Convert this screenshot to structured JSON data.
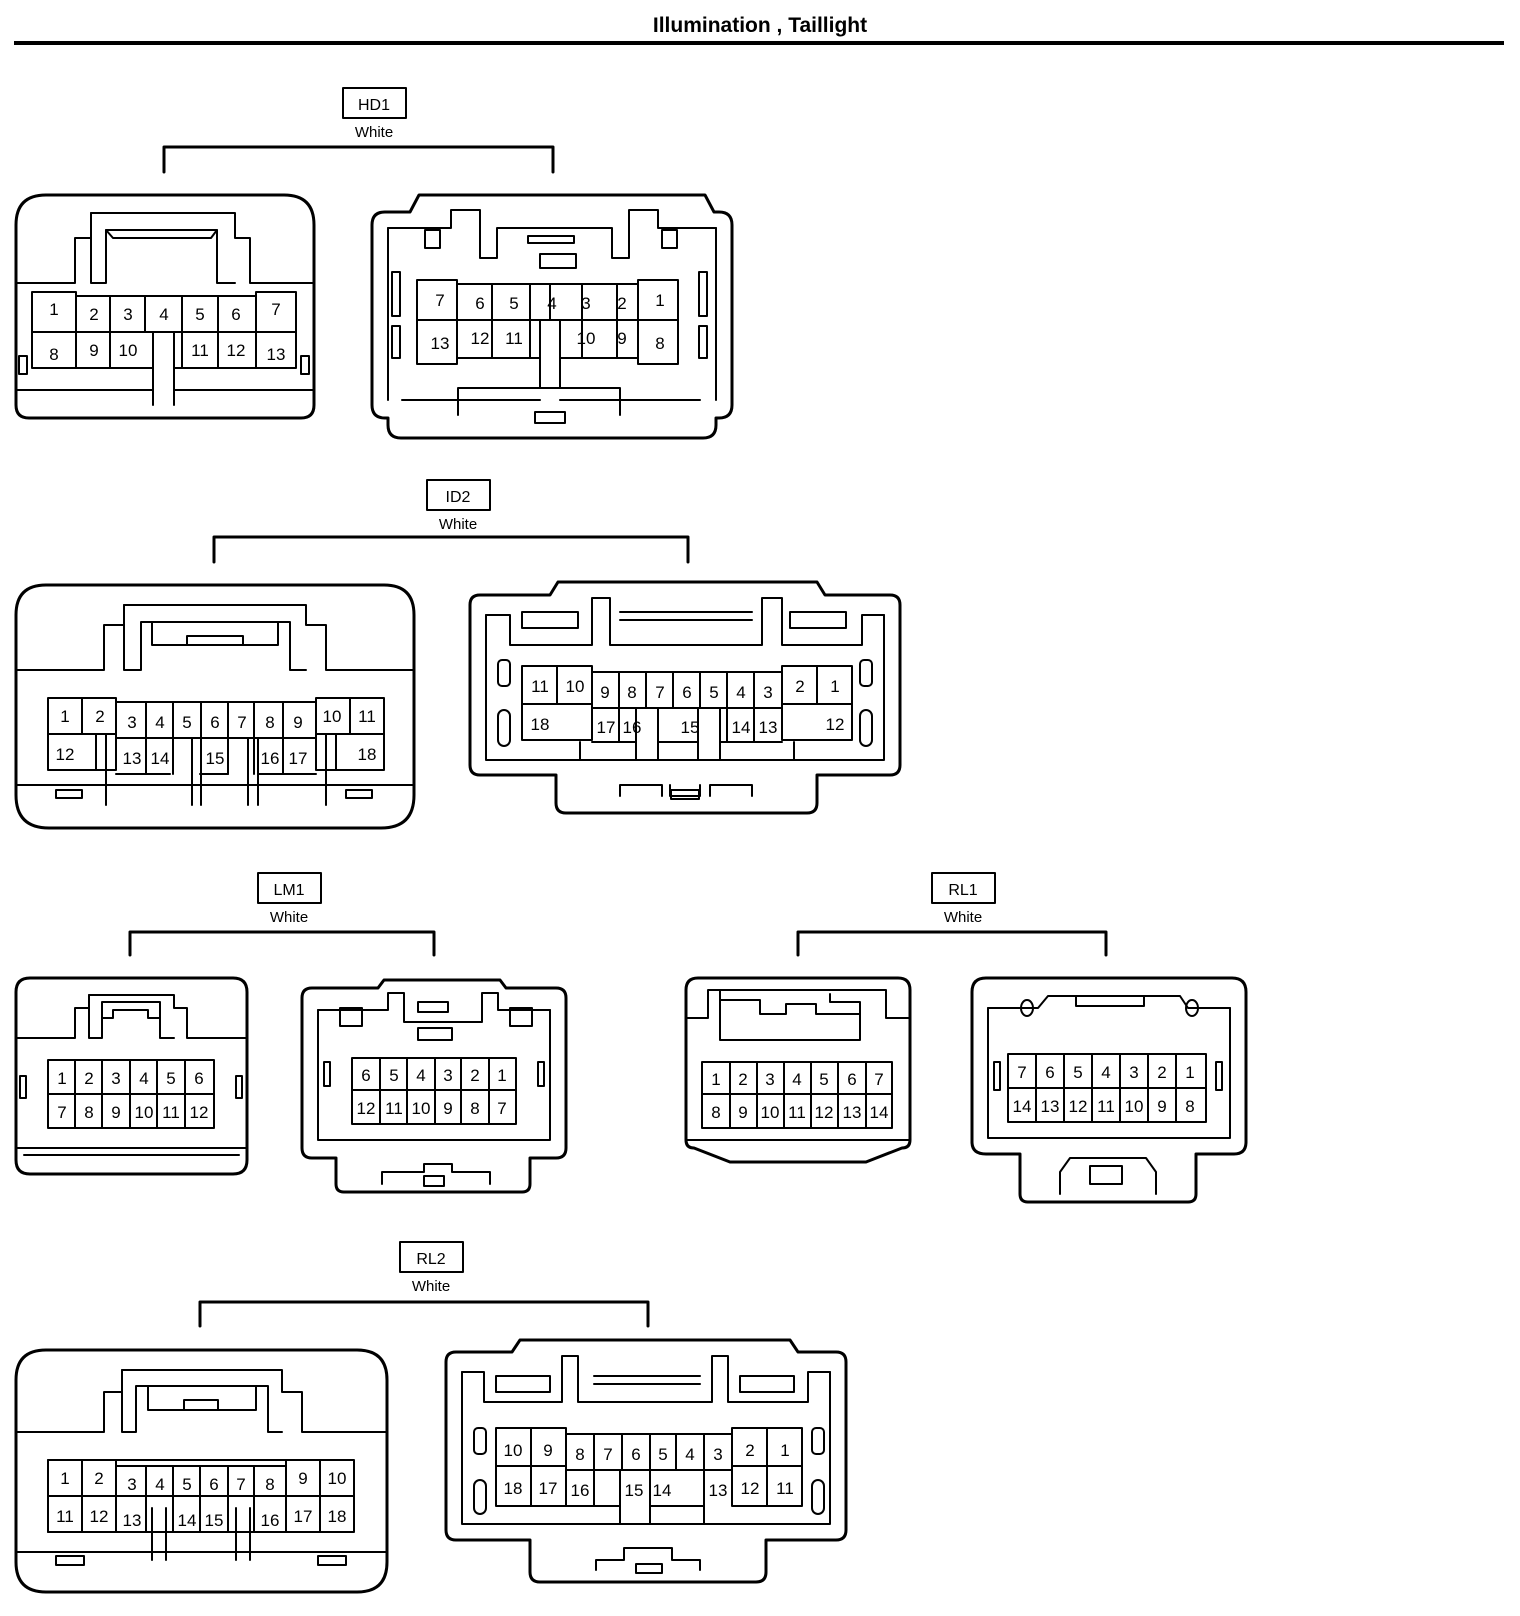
{
  "title": "Illumination , Taillight",
  "connectors": [
    {
      "code": "HD1",
      "color": "White"
    },
    {
      "code": "ID2",
      "color": "White"
    },
    {
      "code": "LM1",
      "color": "White"
    },
    {
      "code": "RL1",
      "color": "White"
    },
    {
      "code": "RL2",
      "color": "White"
    }
  ]
}
